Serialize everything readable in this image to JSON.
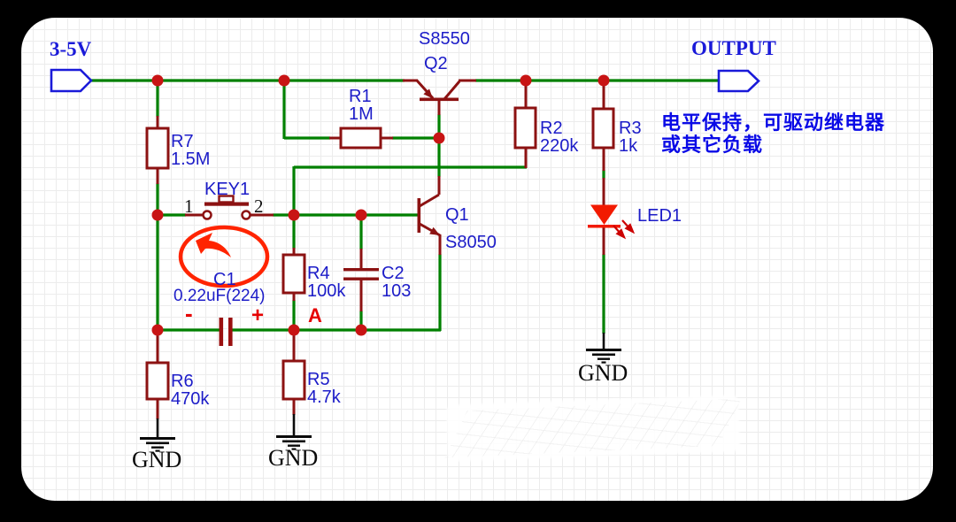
{
  "colors": {
    "background": "#000000",
    "canvas": "#ffffff",
    "grid": "#ececec",
    "wire_green": "#008000",
    "component_red": "#8c1212",
    "junction_red": "#c81414",
    "label_blue": "#1c1cc8",
    "flag_blue": "#1a1ad9",
    "highlight_red": "#ff2400",
    "led_red": "#f21a00",
    "black": "#0a0a0a",
    "node_red": "#e60000",
    "annotation_blue": "#0a0ae6"
  },
  "flags": {
    "power": "3-5V",
    "output": "OUTPUT"
  },
  "components": {
    "R1": {
      "ref": "R1",
      "value": "1M"
    },
    "R2": {
      "ref": "R2",
      "value": "220k"
    },
    "R3": {
      "ref": "R3",
      "value": "1k"
    },
    "R4": {
      "ref": "R4",
      "value": "100k"
    },
    "R5": {
      "ref": "R5",
      "value": "4.7k"
    },
    "R6": {
      "ref": "R6",
      "value": "470k"
    },
    "R7": {
      "ref": "R7",
      "value": "1.5M"
    },
    "C1": {
      "ref": "C1",
      "value": "0.22uF(224)"
    },
    "C2": {
      "ref": "C2",
      "value": "103"
    },
    "Q1": {
      "ref": "Q1",
      "part": "S8050"
    },
    "Q2": {
      "ref": "Q2",
      "part": "S8550"
    },
    "KEY1": {
      "ref": "KEY1",
      "pin1": "1",
      "pin2": "2"
    },
    "LED1": {
      "ref": "LED1"
    }
  },
  "net_labels": {
    "gnd1": "GND",
    "gnd2": "GND",
    "gnd3": "GND",
    "node_a": "A",
    "cap_minus": "-",
    "cap_plus": "+"
  },
  "annotation": {
    "line1": "电平保持，可驱动继电器",
    "line2": "或其它负载"
  }
}
